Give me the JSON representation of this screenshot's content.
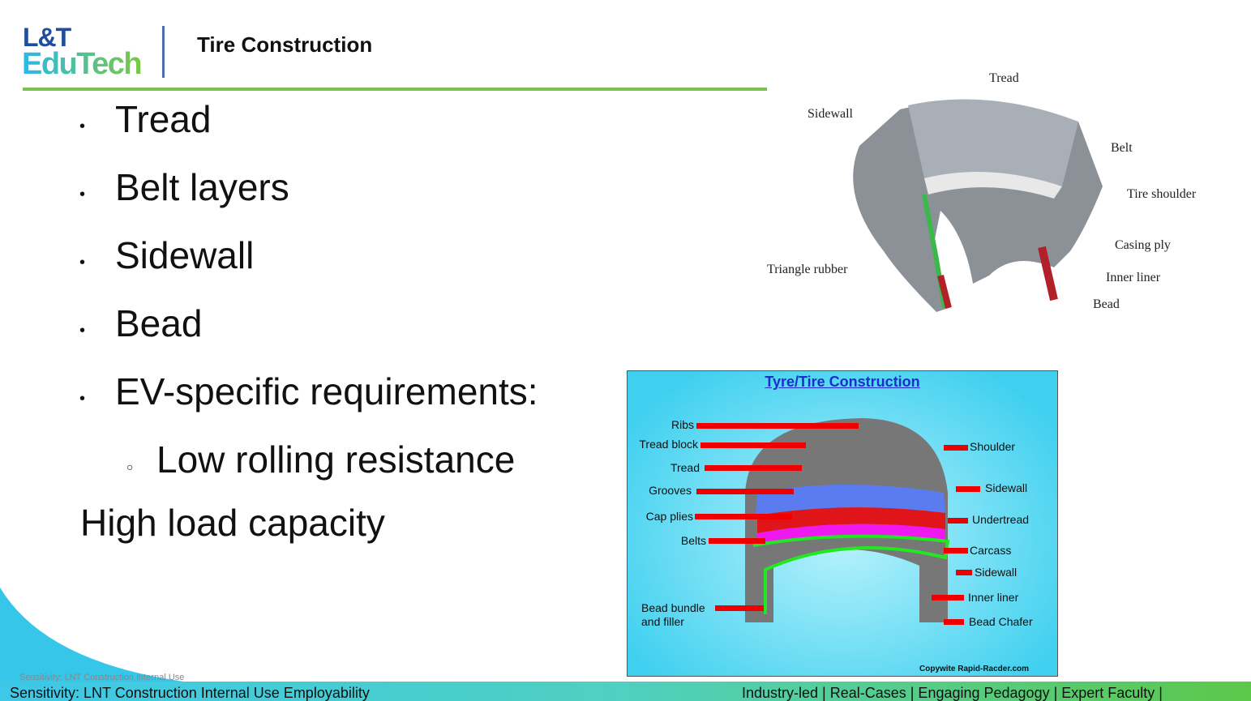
{
  "header": {
    "logo_line1": "L&T",
    "logo_line2": "EduTech",
    "title": "Tire Construction"
  },
  "bullets": [
    "Tread",
    "Belt layers",
    "Sidewall",
    "Bead",
    "EV-specific requirements:"
  ],
  "sub_bullets": [
    "Low rolling resistance"
  ],
  "extra_line": "High load capacity",
  "tire_image": {
    "labels": [
      "Tread",
      "Sidewall",
      "Belt",
      "Tire shoulder",
      "Casing ply",
      "Triangle rubber",
      "Inner liner",
      "Bead"
    ]
  },
  "diagram": {
    "title": "Tyre/Tire Construction",
    "left_labels": [
      "Ribs",
      "Tread block",
      "Tread",
      "Grooves",
      "Cap plies",
      "Belts",
      "Bead bundle and filler"
    ],
    "right_labels": [
      "Shoulder",
      "Sidewall",
      "Undertread",
      "Carcass",
      "Sidewall",
      "Inner liner",
      "Bead Chafer"
    ],
    "copyright": "Copywite Rapid-Racder.com"
  },
  "sensitivity_small": "Sensitivity: LNT Construction Internal Use",
  "footer": {
    "left": "Sensitivity: LNT Construction Internal Use Employability",
    "right": "Industry-led | Real-Cases | Engaging Pedagogy | Expert Faculty |"
  },
  "colors": {
    "accent_green": "#7ac14f",
    "logo_blue": "#1f4e9c",
    "diagram_bg": "#3fd0ef"
  }
}
